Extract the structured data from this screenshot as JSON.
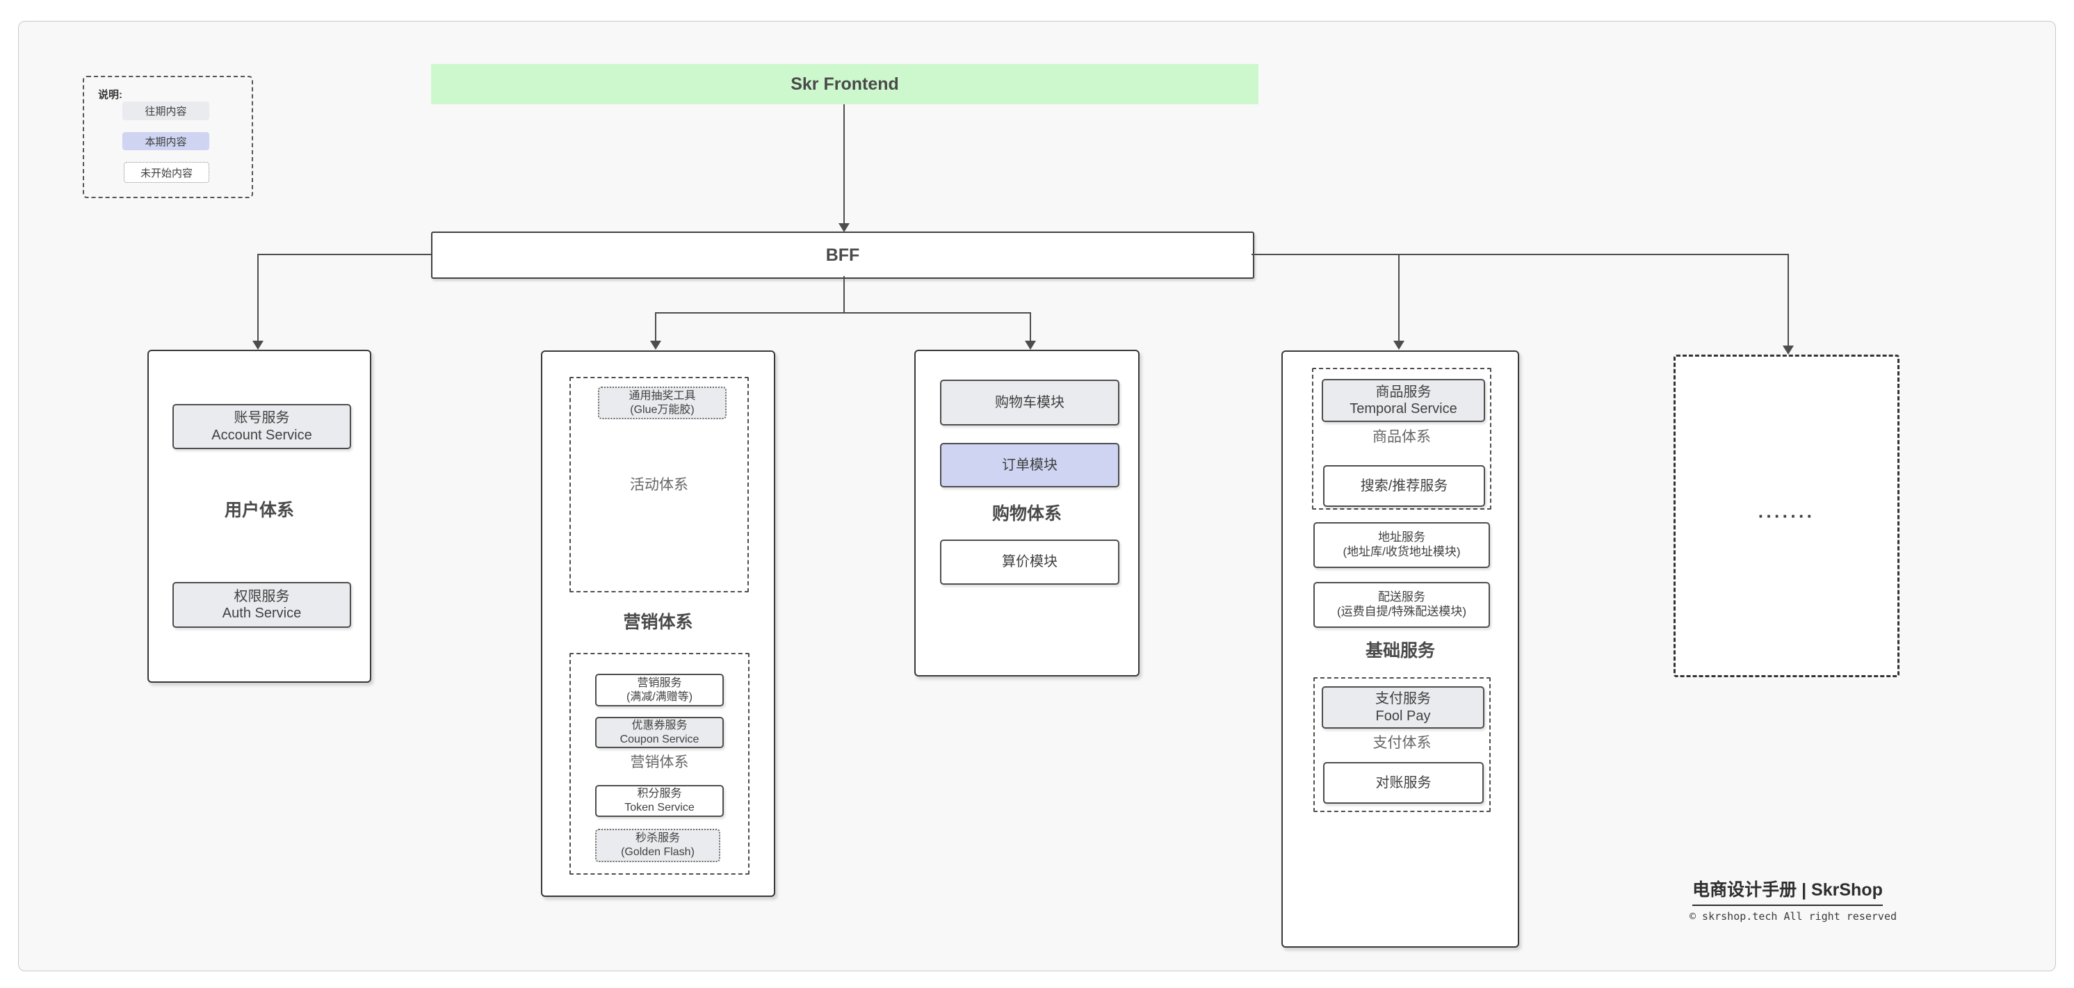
{
  "legend": {
    "title": "说明:",
    "past": "往期内容",
    "current": "本期内容",
    "not_started": "未开始内容"
  },
  "top": {
    "frontend": "Skr Frontend",
    "bff": "BFF"
  },
  "user_system": {
    "title": "用户体系",
    "account": {
      "line1": "账号服务",
      "line2": "Account Service"
    },
    "auth": {
      "line1": "权限服务",
      "line2": "Auth Service"
    }
  },
  "marketing_system": {
    "title": "营销体系",
    "activity_group": {
      "label": "活动体系",
      "lottery": {
        "line1": "通用抽奖工具",
        "line2": "(Glue万能胶)"
      }
    },
    "marketing_group": {
      "label": "营销体系",
      "marketing": {
        "line1": "营销服务",
        "line2": "(满减/满赠等)"
      },
      "coupon": {
        "line1": "优惠券服务",
        "line2": "Coupon Service"
      },
      "token": {
        "line1": "积分服务",
        "line2": "Token Service"
      },
      "seckill": {
        "line1": "秒杀服务",
        "line2": "(Golden Flash)"
      }
    }
  },
  "shopping_system": {
    "title": "购物体系",
    "cart": {
      "line1": "购物车模块"
    },
    "order": {
      "line1": "订单模块"
    },
    "pricing": {
      "line1": "算价模块"
    }
  },
  "basic_services": {
    "title": "基础服务",
    "goods_group": {
      "label": "商品体系",
      "temporal": {
        "line1": "商品服务",
        "line2": "Temporal Service"
      },
      "search": {
        "line1": "搜索/推荐服务"
      }
    },
    "address": {
      "line1": "地址服务",
      "line2": "(地址库/收货地址模块)"
    },
    "delivery": {
      "line1": "配送服务",
      "line2": "(运费自提/特殊配送模块)"
    },
    "payment_group": {
      "label": "支付体系",
      "foolpay": {
        "line1": "支付服务",
        "line2": "Fool Pay"
      },
      "reconciliation": {
        "line1": "对账服务"
      }
    }
  },
  "future": {
    "placeholder": "·······"
  },
  "footer": {
    "title": "电商设计手册 | SkrShop",
    "copyright": "© skrshop.tech All right reserved"
  },
  "colors": {
    "past_fill": "#e9ebee",
    "current_fill": "#ced4f1",
    "frontend_fill": "#cdf8cd",
    "line": "#4d4d4d",
    "canvas_bg": "#f8f8f8"
  }
}
